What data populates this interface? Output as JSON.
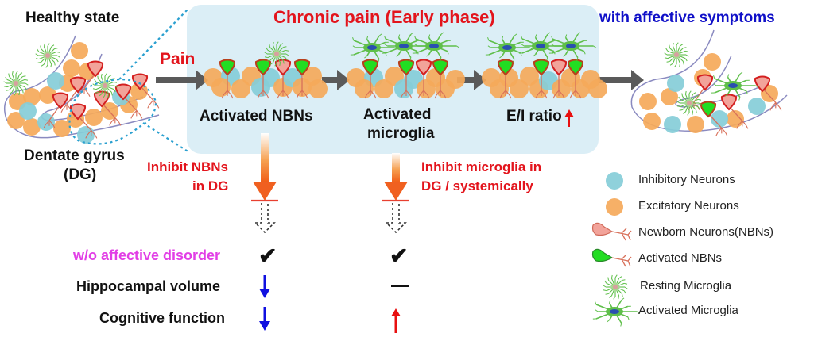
{
  "colors": {
    "inhibitory": "#86cdd8",
    "excitatory": "#f5a95a",
    "newborn_fill": "#f2a39a",
    "newborn_stroke": "#d42020",
    "activated_fill": "#22dd22",
    "activated_stroke": "#b8401c",
    "microglia": "#5fbf4a",
    "microglia_nucleus_rest": "#d8a0a0",
    "microglia_nucleus_active": "#2a4fb0",
    "panel_bg": "#dbeef6",
    "flow_arrow": "#5a5a5a",
    "inhibit_arrow": "#f06020",
    "dashed_outline": "#2aa0d0",
    "down_arrow": "#1010e0",
    "up_arrow": "#e81010"
  },
  "left": {
    "title": "Healthy state",
    "region_label_line1": "Dentate gyrus",
    "region_label_line2": "(DG)"
  },
  "pain_label": "Pain",
  "panel": {
    "title": "Chronic pain (Early phase)",
    "stages": [
      {
        "label_line1": "Activated NBNs",
        "label_line2": ""
      },
      {
        "label_line1": "Activated",
        "label_line2": "microglia"
      },
      {
        "label_line1": "E/I ratio",
        "label_line2": "",
        "indicator": "up-arrow"
      }
    ]
  },
  "right": {
    "title": "with affective symptoms"
  },
  "interventions": [
    {
      "label_line1": "Inhibit NBNs",
      "label_line2": "in DG"
    },
    {
      "label_line1": "Inhibit microglia in",
      "label_line2": "DG / systemically"
    }
  ],
  "outcomes": {
    "rows": [
      {
        "label": "w/o affective disorder",
        "col1": "check",
        "col2": "check",
        "color": "magenta"
      },
      {
        "label": "Hippocampal volume",
        "col1": "down",
        "col2": "dash",
        "color": "black"
      },
      {
        "label": "Cognitive function",
        "col1": "down",
        "col2": "up",
        "color": "black"
      }
    ],
    "glyphs": {
      "check": "✔",
      "dash": "—"
    }
  },
  "legend": [
    {
      "icon": "inhibitory-neuron-icon",
      "label": "Inhibitory Neurons"
    },
    {
      "icon": "excitatory-neuron-icon",
      "label": "Excitatory Neurons"
    },
    {
      "icon": "newborn-neuron-icon",
      "label": "Newborn Neurons(NBNs)"
    },
    {
      "icon": "activated-nbn-icon",
      "label": "Activated NBNs"
    },
    {
      "icon": "resting-microglia-icon",
      "label": "Resting Microglia"
    },
    {
      "icon": "activated-microglia-icon",
      "label": "Activated Microglia"
    }
  ]
}
